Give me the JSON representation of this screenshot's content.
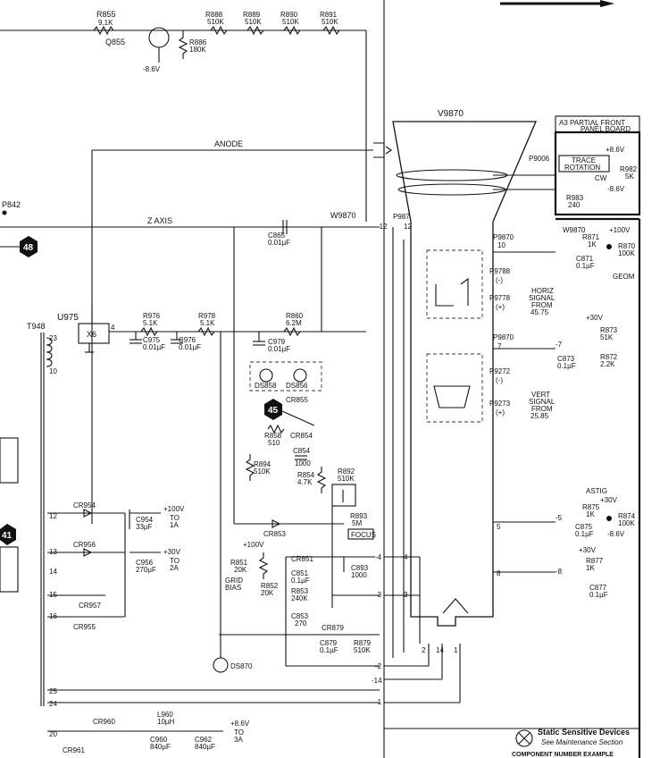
{
  "schematic": {
    "tube": "V9870",
    "front_panel": {
      "title_line1": "A3 PARTIAL FRONT",
      "title_line2": "PANEL BOARD",
      "trace_rotation_line1": "TRACE",
      "trace_rotation_line2": "ROTATION",
      "cw": "CW"
    },
    "nets": {
      "anode": "ANODE",
      "z_axis": "Z AXIS",
      "w9870_top": "W9870",
      "w9870": "W9870",
      "geom": "GEOM",
      "astig": "ASTIG",
      "focus": "FOCUS",
      "grid_bias_1": "GRID",
      "grid_bias_2": "BIAS"
    },
    "circles": {
      "c48": "48",
      "c45": "45",
      "c41": "41"
    },
    "labels": {
      "r855": "R855",
      "r855v": "9.1K",
      "q855": "Q855",
      "r886": "R886",
      "r886v": "180K",
      "neg86_top": "-8.6V",
      "r888": "R888",
      "r888v": "510K",
      "r889": "R889",
      "r889v": "510K",
      "r890": "R890",
      "r890v": "510K",
      "r891": "R891",
      "r891v": "510K",
      "p842": "P842",
      "u975": "U975",
      "x6": "X6",
      "pin4": "4",
      "t948": "T948",
      "t23": "23",
      "t10": "10",
      "r976": "R976",
      "r976v": "5.1K",
      "c975": "C975",
      "c975v": "0.01µF",
      "c976": "C976",
      "c976v": "0.01µF",
      "r978": "R978",
      "r978v": "5.1K",
      "r860": "R860",
      "r860v": "6.2M",
      "c865": "C865",
      "c865v": "0.01µF",
      "c979": "C979",
      "c979v": "0.01µF",
      "ds858": "DS858",
      "ds856": "DS856",
      "cr855": "CR855",
      "r858": "R858",
      "r858v": "510",
      "cr854": "CR854",
      "c854": "C854",
      "c854v": "1000",
      "r894": "R894",
      "r894v": "510K",
      "r854": "R854",
      "r854v": "4.7K",
      "r892": "R892",
      "r892v": "510K",
      "r893": "R893",
      "r893v": "5M",
      "cr853": "CR853",
      "cr954": "CR954",
      "c954": "C954",
      "c954v": "33µF",
      "plus100": "+100V",
      "to1a_1": "TO",
      "to1a_2": "1A",
      "cr956": "CR956",
      "c956": "C956",
      "c956v": "270µF",
      "plus30": "+30V",
      "to2a_1": "TO",
      "to2a_2": "2A",
      "cr957": "CR957",
      "cr955": "CR955",
      "t12": "12",
      "t13": "13",
      "t14": "14",
      "t15": "15",
      "t16": "16",
      "r851": "R851",
      "r851v": "20K",
      "plus100a": "+100V",
      "r852": "R852",
      "r852v": "20K",
      "cr851": "CR851",
      "c851": "C851",
      "c851v": "0.1µF",
      "r853": "R853",
      "r853v": "240K",
      "c853": "C853",
      "c853v": "270",
      "c893": "C893",
      "c893v": "1000",
      "cr879": "CR879",
      "c879": "C879",
      "c879v": "0.1µF",
      "r879": "R879",
      "r879v": "510K",
      "ds870": "DS870",
      "t25": "25",
      "t24": "24",
      "t20": "20",
      "cr960": "CR960",
      "cr961": "CR961",
      "l960": "L960",
      "l960v": "10µH",
      "c960": "C960",
      "c960v": "840µF",
      "c962": "C962",
      "c962v": "840µF",
      "plus86": "+8.6V",
      "to3a_1": "TO",
      "to3a_2": "3A",
      "p9870": "P9870",
      "p9870b": "P9870",
      "p9870c": "P9870",
      "p9788": "P9788",
      "p9778": "P9778",
      "p9272": "P9272",
      "p9273": "P9273",
      "horiz1": "HORIZ",
      "horiz2": "SIGNAL",
      "horiz3": "FROM",
      "horiz4": "45.75",
      "vert1": "VERT",
      "vert2": "SIGNAL",
      "vert3": "FROM",
      "vert4": "25.85",
      "p9006": "P9006",
      "plus86b": "+8.6V",
      "r982": "R982",
      "r982v": "5K",
      "neg86b": "-8.6V",
      "r983": "R983",
      "r983v": "240",
      "w9870r": "W9870",
      "r871": "R871",
      "r871v": "1K",
      "plus100c": "+100V",
      "r870": "R870",
      "r870v": "100K",
      "c871": "C871",
      "c871v": "0.1µF",
      "plus30b": "+30V",
      "r873": "R873",
      "r873v": "51K",
      "c873": "C873",
      "c873v": "0.1µF",
      "r872": "R872",
      "r872v": "2.2K",
      "r875": "R875",
      "r875v": "1K",
      "plus30c": "+30V",
      "r874": "R874",
      "r874v": "100K",
      "c875": "C875",
      "c875v": "0.1µF",
      "neg86c": "-8.6V",
      "plus30d": "+30V",
      "r877": "R877",
      "r877v": "1K",
      "c877": "C877",
      "c877v": "0.1µF",
      "minus": "(-)",
      "plus": "(+)",
      "pin12": "12",
      "pin12b": "12",
      "pin10": "10",
      "pin7": "7",
      "pin5": "5",
      "pin8": "8",
      "pin4a": "-4",
      "pin4b": "4",
      "pin3a": "-3",
      "pin3b": "3",
      "pin2a": "-2",
      "pin14": "-14",
      "pin1": "-1",
      "bot2": "2",
      "bot14": "14",
      "bot1": "1",
      "r7": "-7",
      "r5": "-5",
      "r8": "-8",
      "r12": "-12"
    },
    "warning": {
      "title": "Static Sensitive Devices",
      "sub": "See Maintenance Section",
      "cut": "COMPONENT NUMBER EXAMPLE"
    }
  }
}
